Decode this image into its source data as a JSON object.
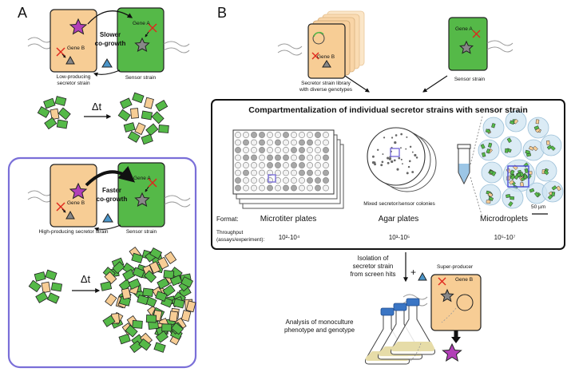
{
  "panels": {
    "a": "A",
    "b": "B"
  },
  "panel_a": {
    "top": {
      "gene_b": "Gene B",
      "gene_a": "Gene A",
      "arrow_label_1": "Slower",
      "arrow_label_2": "co-growth",
      "left_strain_1": "Low-producing",
      "left_strain_2": "secretor strain",
      "right_strain": "Sensor strain",
      "delta_t": "Δt"
    },
    "bottom": {
      "gene_b": "Gene B",
      "gene_a": "Gene A",
      "arrow_label_1": "Faster",
      "arrow_label_2": "co-growth",
      "left_strain": "High-producing secretor strain",
      "right_strain": "Sensor strain",
      "delta_t": "Δt"
    }
  },
  "panel_b": {
    "library": {
      "gene_b": "Gene B",
      "caption_1": "Secretor strain library",
      "caption_2": "with diverse genotypes"
    },
    "sensor": {
      "gene_a": "Gene A",
      "caption": "Sensor strain"
    },
    "box_title": "Compartmentalization of individual secretor strains with sensor strain",
    "agar_caption": "Mixed secretor/sensor colonies",
    "scale_bar": "50 µm",
    "format_label": "Format:",
    "throughput_label_1": "Throughput",
    "throughput_label_2": "(assays/experiment):",
    "formats": [
      {
        "name": "Microtiter plates",
        "throughput": "10²-10⁴"
      },
      {
        "name": "Agar plates",
        "throughput": "10³-10⁵"
      },
      {
        "name": "Microdroplets",
        "throughput": "10⁵-10⁷"
      }
    ],
    "isolation_1": "Isolation of",
    "isolation_2": "secretor strain",
    "isolation_3": "from screen hits",
    "plus": "+",
    "super_producer": "Super-producer",
    "gene_b": "Gene B",
    "analysis_1": "Analysis of monoculture",
    "analysis_2": "phenotype and genotype"
  },
  "colors": {
    "secretor": "#f7cd95",
    "sensor": "#55b948",
    "star": "#b23fb8",
    "triangle": "#4b95c9",
    "inhibit": "#e0261c",
    "highlight": "#7a6fd8",
    "flask_cap": "#3a75c4",
    "droplet": "#cfe4f2"
  }
}
